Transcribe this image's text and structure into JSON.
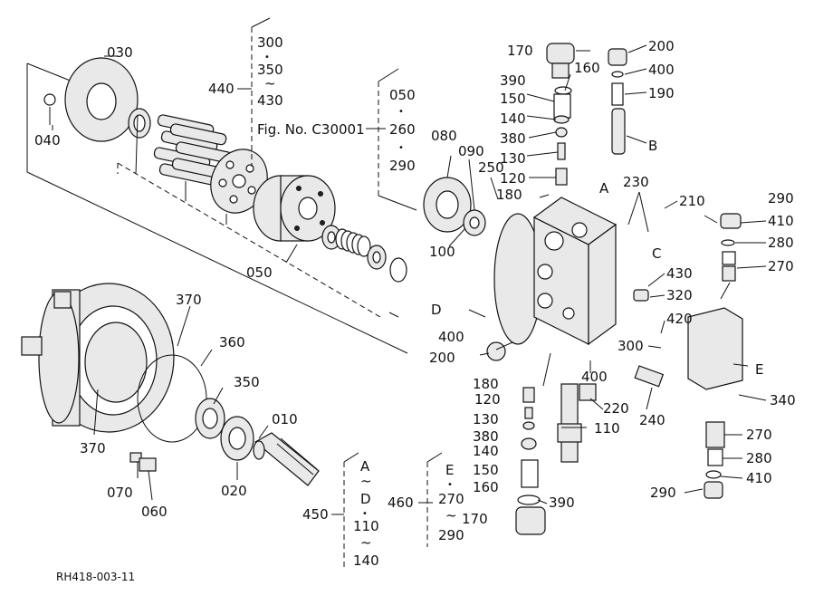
{
  "drawing_code": "RH418-003-11",
  "callouts": {
    "c010": "010",
    "c020": "020",
    "c030": "030",
    "c040": "040",
    "c050": "050",
    "c060": "060",
    "c070": "070",
    "c080": "080",
    "c090": "090",
    "c100": "100",
    "c110": "110",
    "c120a": "120",
    "c120b": "120",
    "c130a": "130",
    "c130b": "130",
    "c140a": "140",
    "c140b": "140",
    "c150a": "150",
    "c150b": "150",
    "c160a": "160",
    "c160b": "160",
    "c170a": "170",
    "c170b": "170",
    "c180a": "180",
    "c180b": "180",
    "c190": "190",
    "c200a": "200",
    "c200b": "200",
    "c210": "210",
    "c220": "220",
    "c230": "230",
    "c240": "240",
    "c250": "250",
    "c270a": "270",
    "c270b": "270",
    "c280a": "280",
    "c280b": "280",
    "c290a": "290",
    "c290b": "290",
    "c300": "300",
    "c320": "320",
    "c340": "340",
    "c350": "350",
    "c360": "360",
    "c370a": "370",
    "c370b": "370",
    "c380a": "380",
    "c380b": "380",
    "c390a": "390",
    "c390b": "390",
    "c400a": "400",
    "c400b": "400",
    "c400c": "400",
    "c410a": "410",
    "c410b": "410",
    "c420": "420",
    "c430": "430",
    "c440": "440",
    "c450": "450",
    "c460": "460"
  },
  "letters": {
    "A1": "A",
    "A2": "A",
    "B": "B",
    "C": "C",
    "D": "D",
    "E": "E"
  },
  "groups": {
    "g440": {
      "top": "300",
      "sep1": "•",
      "mid": "350",
      "tilde": "~",
      "bottom": "430"
    },
    "g_fig": {
      "fig_label": "Fig. No. C30001"
    },
    "g050": {
      "top": "050",
      "sep1": "•",
      "mid": "260",
      "sep2": "•",
      "bottom": "290"
    },
    "g450": {
      "l1": "A",
      "l2": "~",
      "l3": "D",
      "l4": "•",
      "l5": "110",
      "l6": "~",
      "l7": "140"
    },
    "g460": {
      "l1": "E",
      "l2": "•",
      "l3": "270",
      "l4": "~",
      "l5": "290"
    }
  }
}
